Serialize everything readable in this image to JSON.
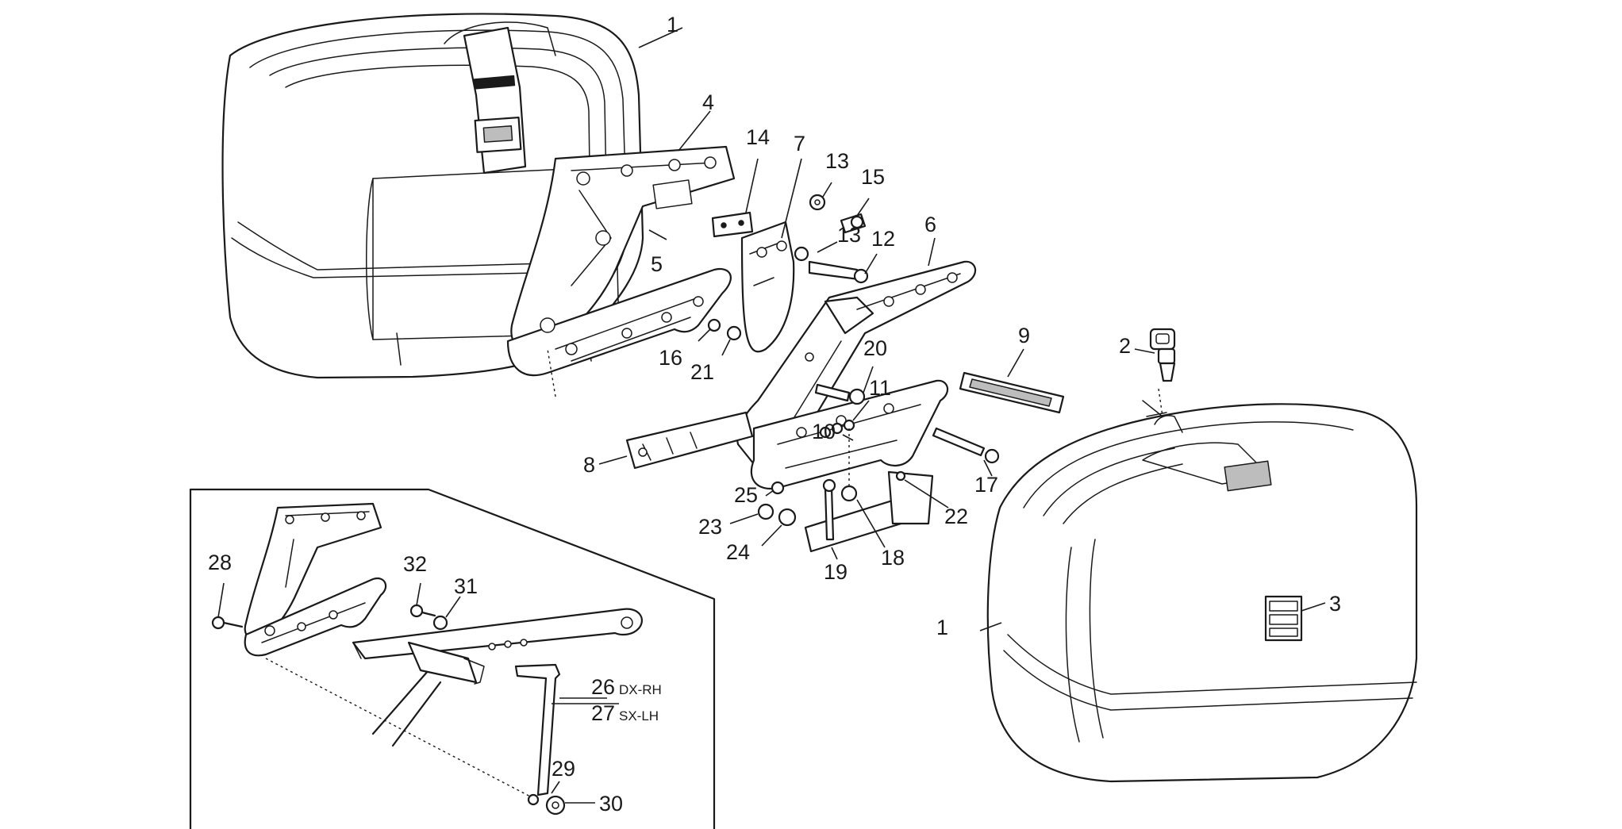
{
  "callouts": {
    "c1a": "1",
    "c1b": "1",
    "c2": "2",
    "c3": "3",
    "c4": "4",
    "c5": "5",
    "c6": "6",
    "c7": "7",
    "c8": "8",
    "c9": "9",
    "c10": "10",
    "c11": "11",
    "c12": "12",
    "c13a": "13",
    "c13b": "13",
    "c14": "14",
    "c15": "15",
    "c16": "16",
    "c17": "17",
    "c18": "18",
    "c19": "19",
    "c20": "20",
    "c21": "21",
    "c22": "22",
    "c23": "23",
    "c24": "24",
    "c25": "25",
    "c26": "26",
    "c27": "27",
    "c28": "28",
    "c29": "29",
    "c30": "30",
    "c31": "31",
    "c32": "32",
    "dx": "DX-RH",
    "sx": "SX-LH"
  },
  "colors": {
    "ink": "#1a1a1a",
    "paper": "#ffffff",
    "shade": "#bdbdbd"
  }
}
